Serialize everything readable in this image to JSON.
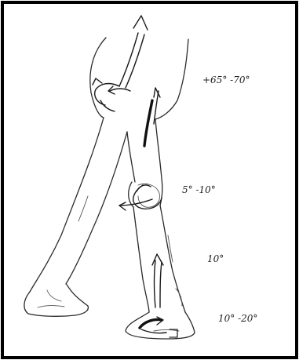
{
  "labels": {
    "hip": "+65° -70°",
    "knee": "5° -10°",
    "ankle": "10°",
    "foot": "10° -20°"
  }
}
